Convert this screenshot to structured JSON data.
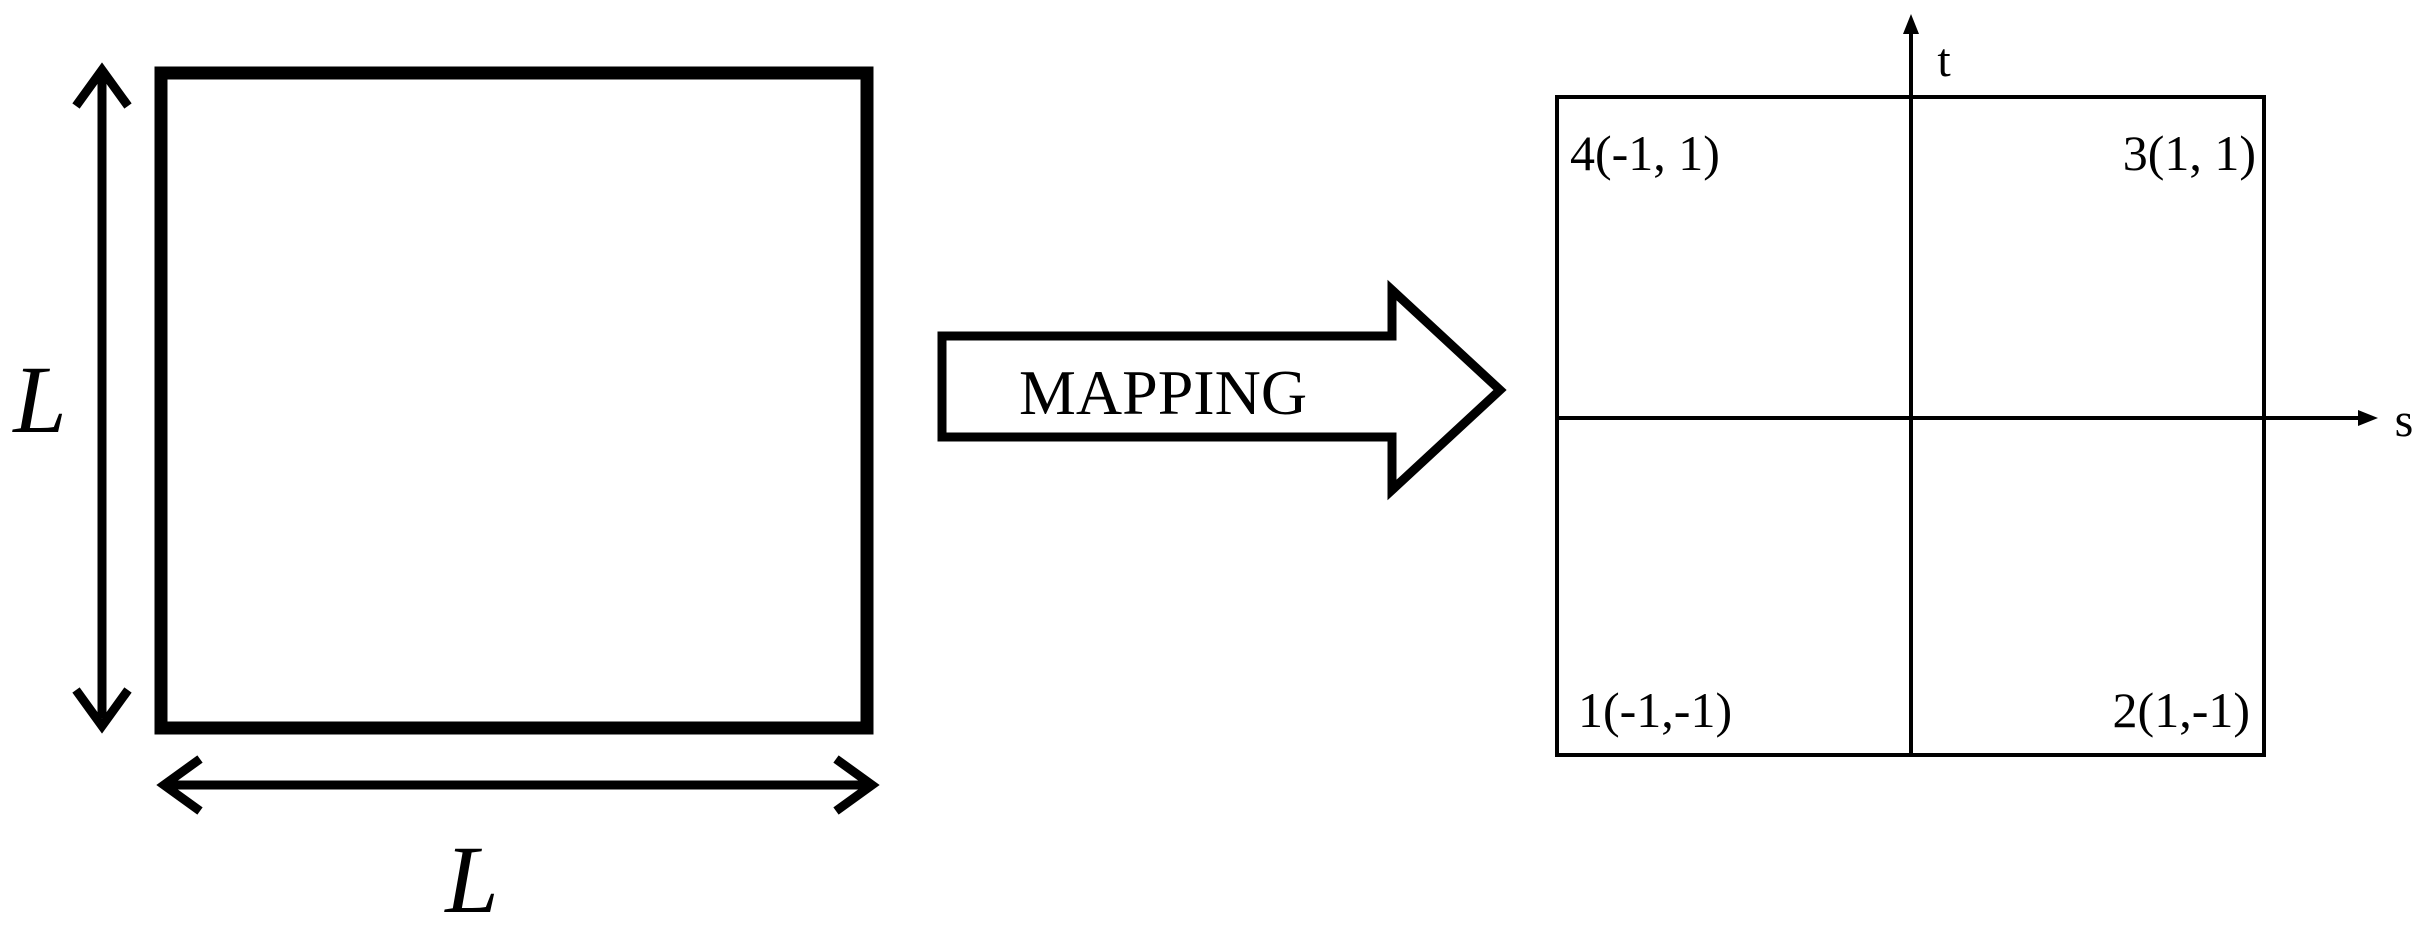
{
  "physical_element": {
    "side_label_vertical": "L",
    "side_label_horizontal": "L"
  },
  "arrow": {
    "label": "MAPPING"
  },
  "natural_element": {
    "axis_horizontal": "s",
    "axis_vertical": "t",
    "nodes": [
      {
        "label": "1(-1,-1)"
      },
      {
        "label": "2(1,-1)"
      },
      {
        "label": "3(1, 1)"
      },
      {
        "label": "4(-1, 1)"
      }
    ]
  },
  "colors": {
    "stroke": "#000000",
    "background": "#ffffff"
  }
}
